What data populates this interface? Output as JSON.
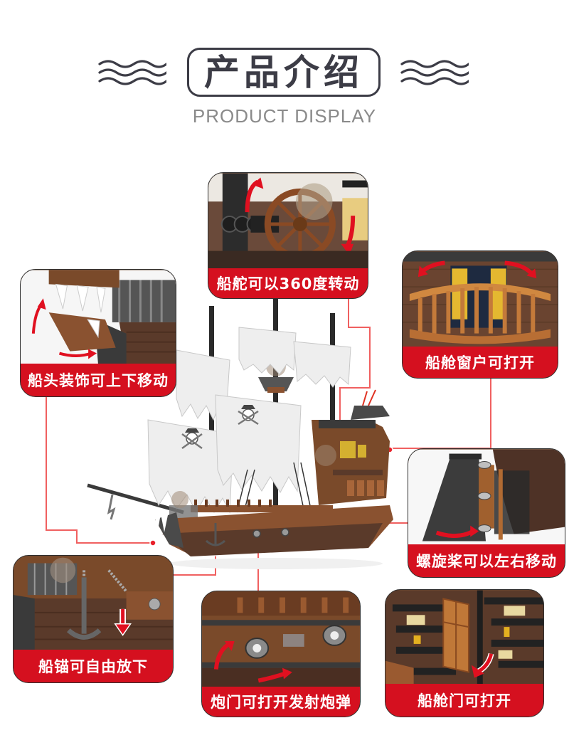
{
  "header": {
    "title": "产品介绍",
    "subtitle": "PRODUCT DISPLAY",
    "wave_icon": "wave-lines-icon",
    "title_color": "#3c3c46",
    "subtitle_color": "#8a8a8a"
  },
  "colors": {
    "label_red": "#d5101f",
    "connector_red": "#f05a5a",
    "panel_border": "#2e2e2e",
    "hull_brown": "#5a3a2a",
    "deck_brown": "#8a5230",
    "sail_white": "#eeeeee"
  },
  "features": [
    {
      "id": "rudder",
      "label": "船舵可以360度转动",
      "icon": "curved-arrow-icon"
    },
    {
      "id": "bow",
      "label": "船头装饰可上下移动",
      "icon": "curved-arrow-icon"
    },
    {
      "id": "window",
      "label": "船舱窗户可打开",
      "icon": "curved-arrow-icon"
    },
    {
      "id": "propeller",
      "label": "螺旋桨可以左右移动",
      "icon": "curved-arrow-icon"
    },
    {
      "id": "anchor",
      "label": "船锚可自由放下",
      "icon": "down-arrow-icon"
    },
    {
      "id": "cannon",
      "label": "炮门可打开发射炮弹",
      "icon": "curved-arrow-icon"
    },
    {
      "id": "cabin-door",
      "label": "船舱门可打开",
      "icon": "curved-arrow-icon"
    }
  ],
  "ship": {
    "description": "pirate ship brick model",
    "flag_icon": "skull-crossbones-icon"
  }
}
